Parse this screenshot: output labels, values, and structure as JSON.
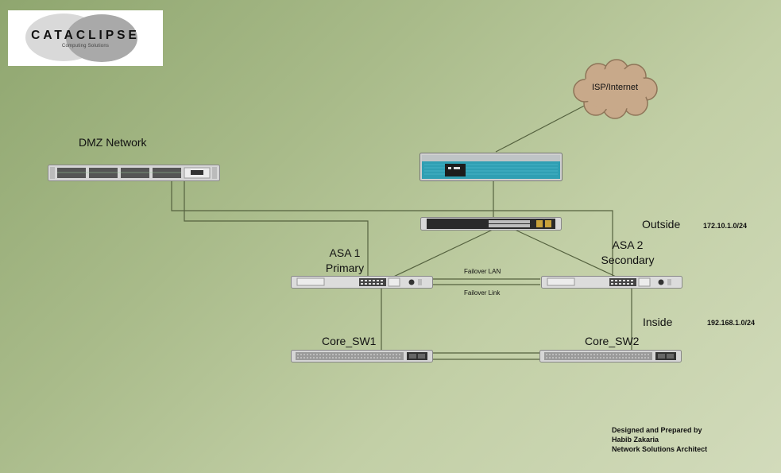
{
  "logo": {
    "name": "CATACLIPSE",
    "tagline": "Computing Solutions"
  },
  "cloud": {
    "label": "ISP/Internet"
  },
  "devices": {
    "dmz_switch": {
      "label": "DMZ Network"
    },
    "isp_router": {
      "label": ""
    },
    "outside_switch": {
      "label": ""
    },
    "asa1": {
      "label_line1": "ASA 1",
      "label_line2": "Primary"
    },
    "asa2": {
      "label_line1": "ASA 2",
      "label_line2": "Secondary"
    },
    "core_sw1": {
      "label": "Core_SW1"
    },
    "core_sw2": {
      "label": "Core_SW2"
    }
  },
  "links": {
    "failover_lan": "Failover LAN",
    "failover_link": "Failover Link"
  },
  "zones": {
    "outside": {
      "label": "Outside",
      "subnet": "172.10.1.0/24"
    },
    "inside": {
      "label": "Inside",
      "subnet": "192.168.1.0/24"
    }
  },
  "credits": {
    "line1": "Designed and Prepared by",
    "line2": "Habib Zakaria",
    "line3": "Network Solutions Architect"
  },
  "colors": {
    "wire": "#4a5a3a",
    "router_body": "#2f9fb3",
    "device_body": "#d8d8d8",
    "switch_dark": "#2a2a2a"
  }
}
